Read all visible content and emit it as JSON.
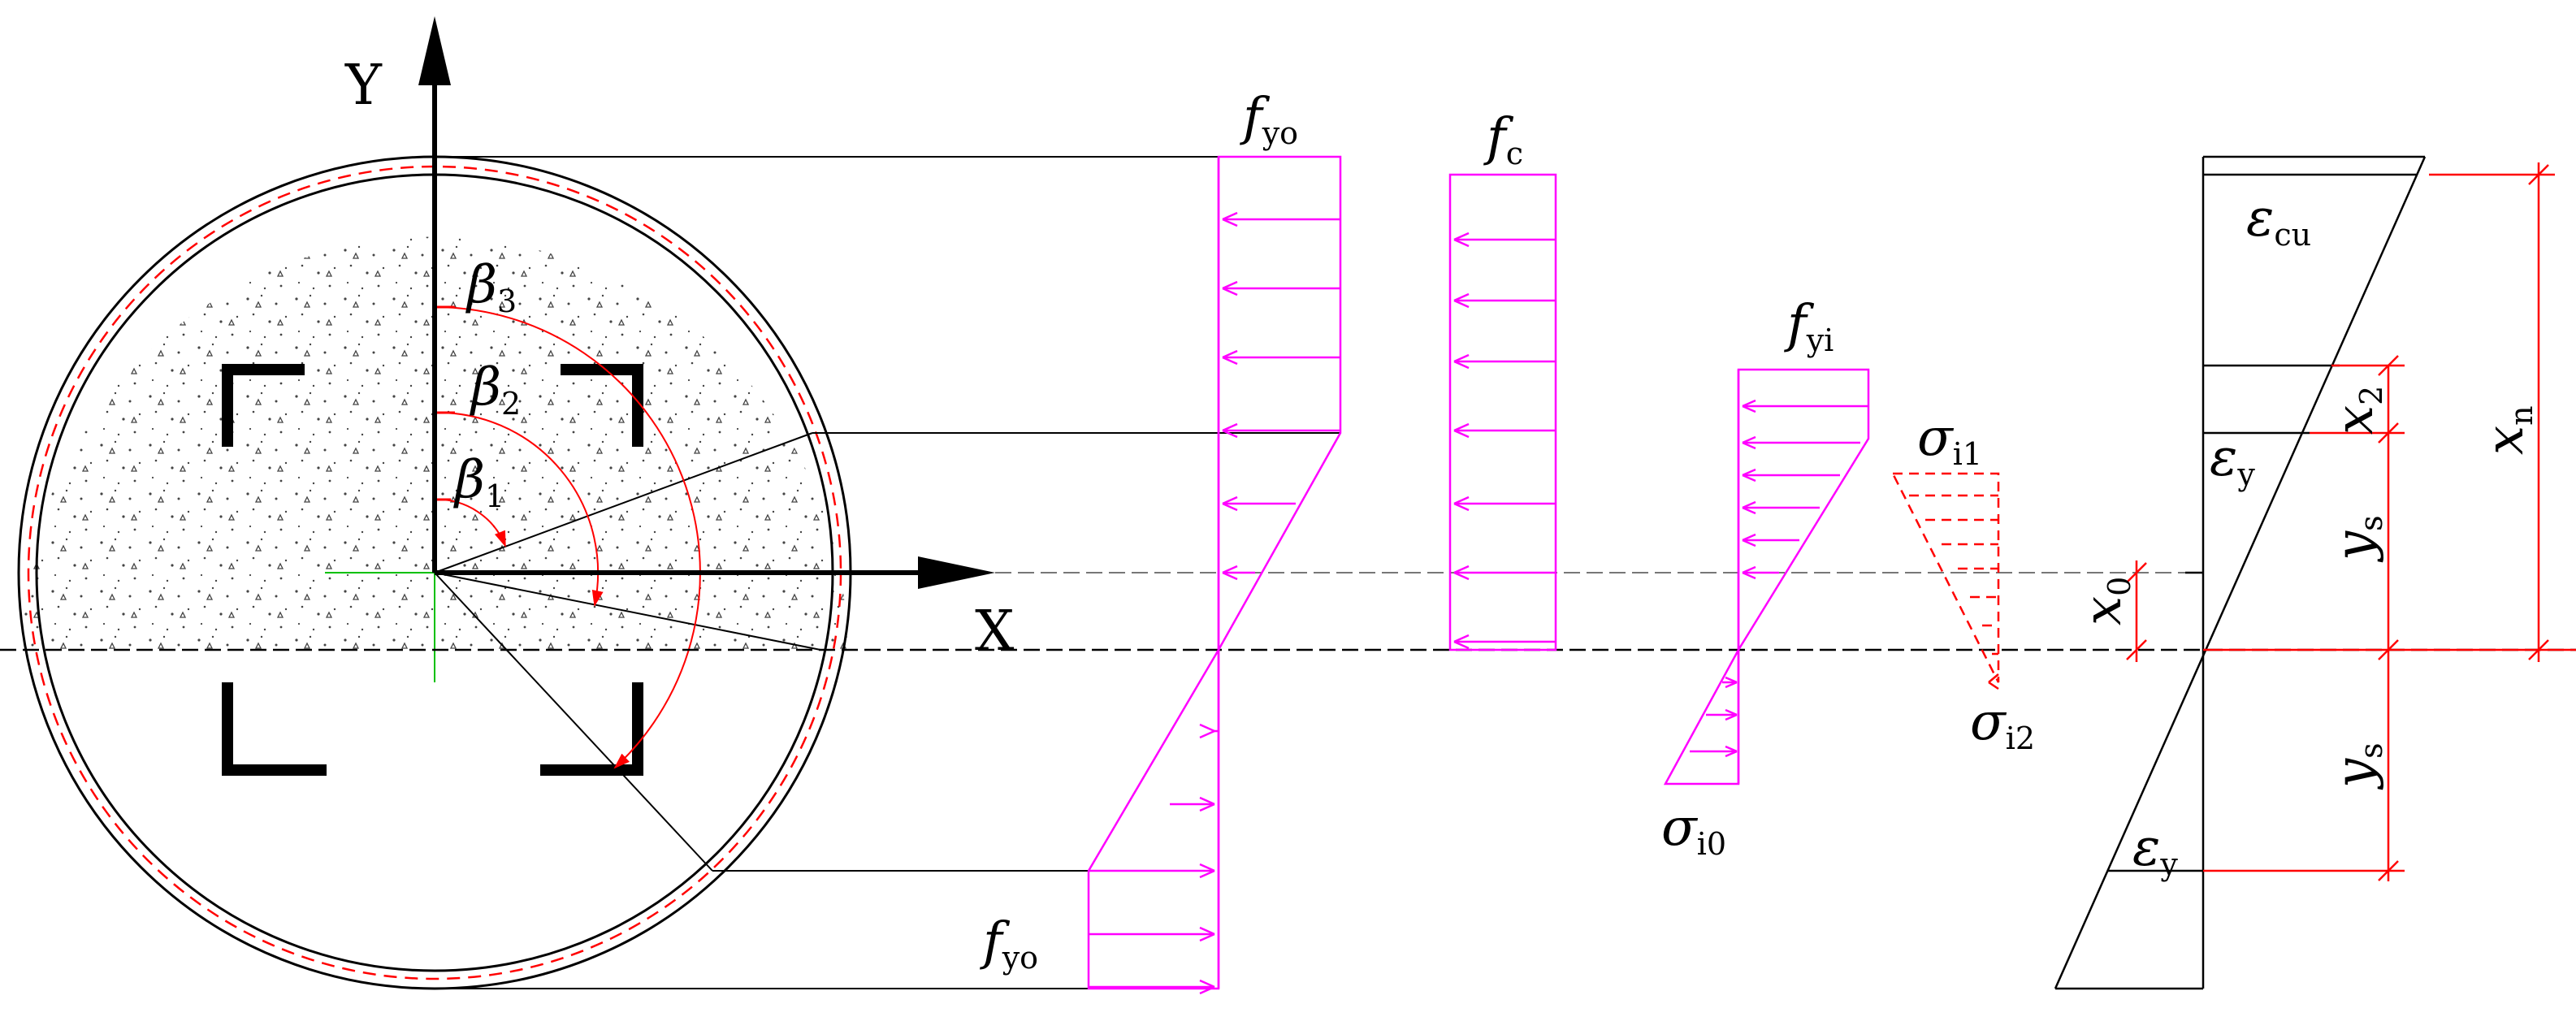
{
  "axes": {
    "x_label": "X",
    "y_label": "Y"
  },
  "angles": [
    {
      "base": "β",
      "sub": "1"
    },
    {
      "base": "β",
      "sub": "2"
    },
    {
      "base": "β",
      "sub": "3"
    }
  ],
  "stress_labels": {
    "fyo_top": {
      "base": "f",
      "sub": "yo"
    },
    "fyo_bottom": {
      "base": "f",
      "sub": "yo"
    },
    "fc": {
      "base": "f",
      "sub": "c"
    },
    "fyi": {
      "base": "f",
      "sub": "yi"
    },
    "sigma_i0": {
      "base": "σ",
      "sub": "i0"
    },
    "sigma_i1": {
      "base": "σ",
      "sub": "i1"
    },
    "sigma_i2": {
      "base": "σ",
      "sub": "i2"
    }
  },
  "strain_labels": {
    "ecu": {
      "base": "ε",
      "sub": "cu"
    },
    "ey_upper": {
      "base": "ε",
      "sub": "y"
    },
    "ey_lower": {
      "base": "ε",
      "sub": "y"
    }
  },
  "dimension_labels": {
    "x0": {
      "base": "x",
      "sub": "0"
    },
    "x2": {
      "base": "x",
      "sub": "2"
    },
    "xn": {
      "base": "x",
      "sub": "n"
    },
    "ys_upper": {
      "base": "y",
      "sub": "s"
    },
    "ys_lower": {
      "base": "y",
      "sub": "s"
    }
  },
  "colors": {
    "outline": "#000000",
    "steel_stress": "#ff00ff",
    "dimension": "#ff0000",
    "centroid": "#00c000",
    "neutral_axis": "#000000"
  }
}
